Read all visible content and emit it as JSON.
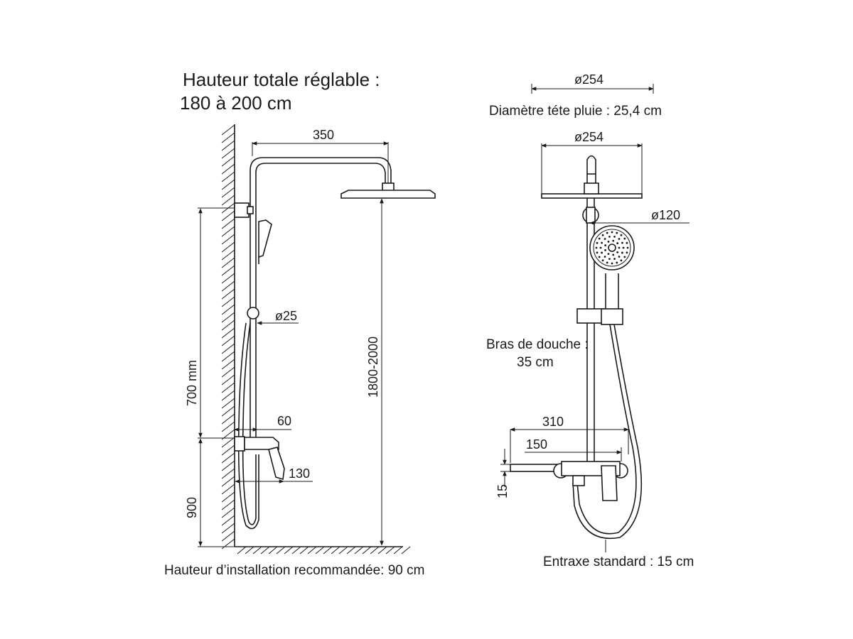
{
  "left_view": {
    "title_line1": "Hauteur totale réglable :",
    "title_line2": "180 à 200 cm",
    "dim_arm": "350",
    "dim_bar": "ø25",
    "dim_total_height": "1800-2000",
    "dim_slide": "700 mm",
    "dim_wall_offset": "60",
    "dim_mixer_depth": "130",
    "dim_install_height": "900",
    "caption": "Hauteur d’installation recommandée: 90 cm"
  },
  "right_view": {
    "dim_head_top": "ø254",
    "head_caption": "Diamètre téte pluie : 25,4 cm",
    "dim_head": "ø254",
    "dim_handshower": "ø120",
    "arm_caption_line1": "Bras de douche :",
    "arm_caption_line2": "35 cm",
    "dim_overall_width": "310",
    "dim_shelf": "150",
    "dim_shelf_height": "15",
    "caption": "Entraxe standard : 15 cm"
  },
  "colors": {
    "ink": "#1a1a1a",
    "background": "#ffffff"
  }
}
